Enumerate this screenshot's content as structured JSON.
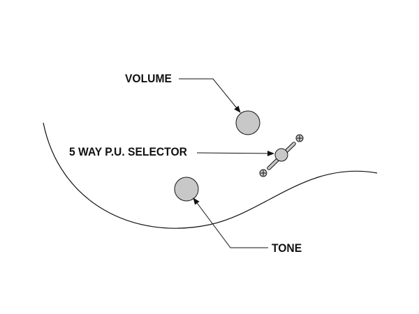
{
  "labels": {
    "volume": "VOLUME",
    "selector": "5 WAY P.U. SELECTOR",
    "tone": "TONE"
  },
  "colors": {
    "knob_fill": "#c8c8c8",
    "line": "#111111"
  }
}
